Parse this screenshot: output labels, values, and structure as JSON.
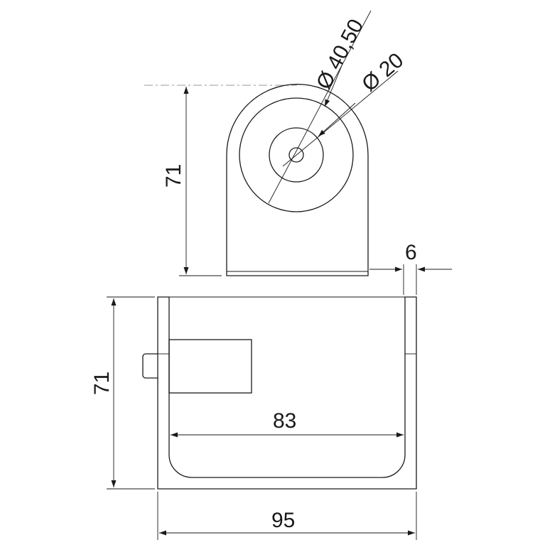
{
  "dimensions": {
    "top_height": "71",
    "outer_diameter": "Ø 40,50",
    "inner_diameter": "Ø 20",
    "plate_thickness": "6",
    "front_height": "71",
    "inner_width": "83",
    "overall_width": "95"
  },
  "colors": {
    "line": "#1a1a1a",
    "background": "#ffffff"
  }
}
